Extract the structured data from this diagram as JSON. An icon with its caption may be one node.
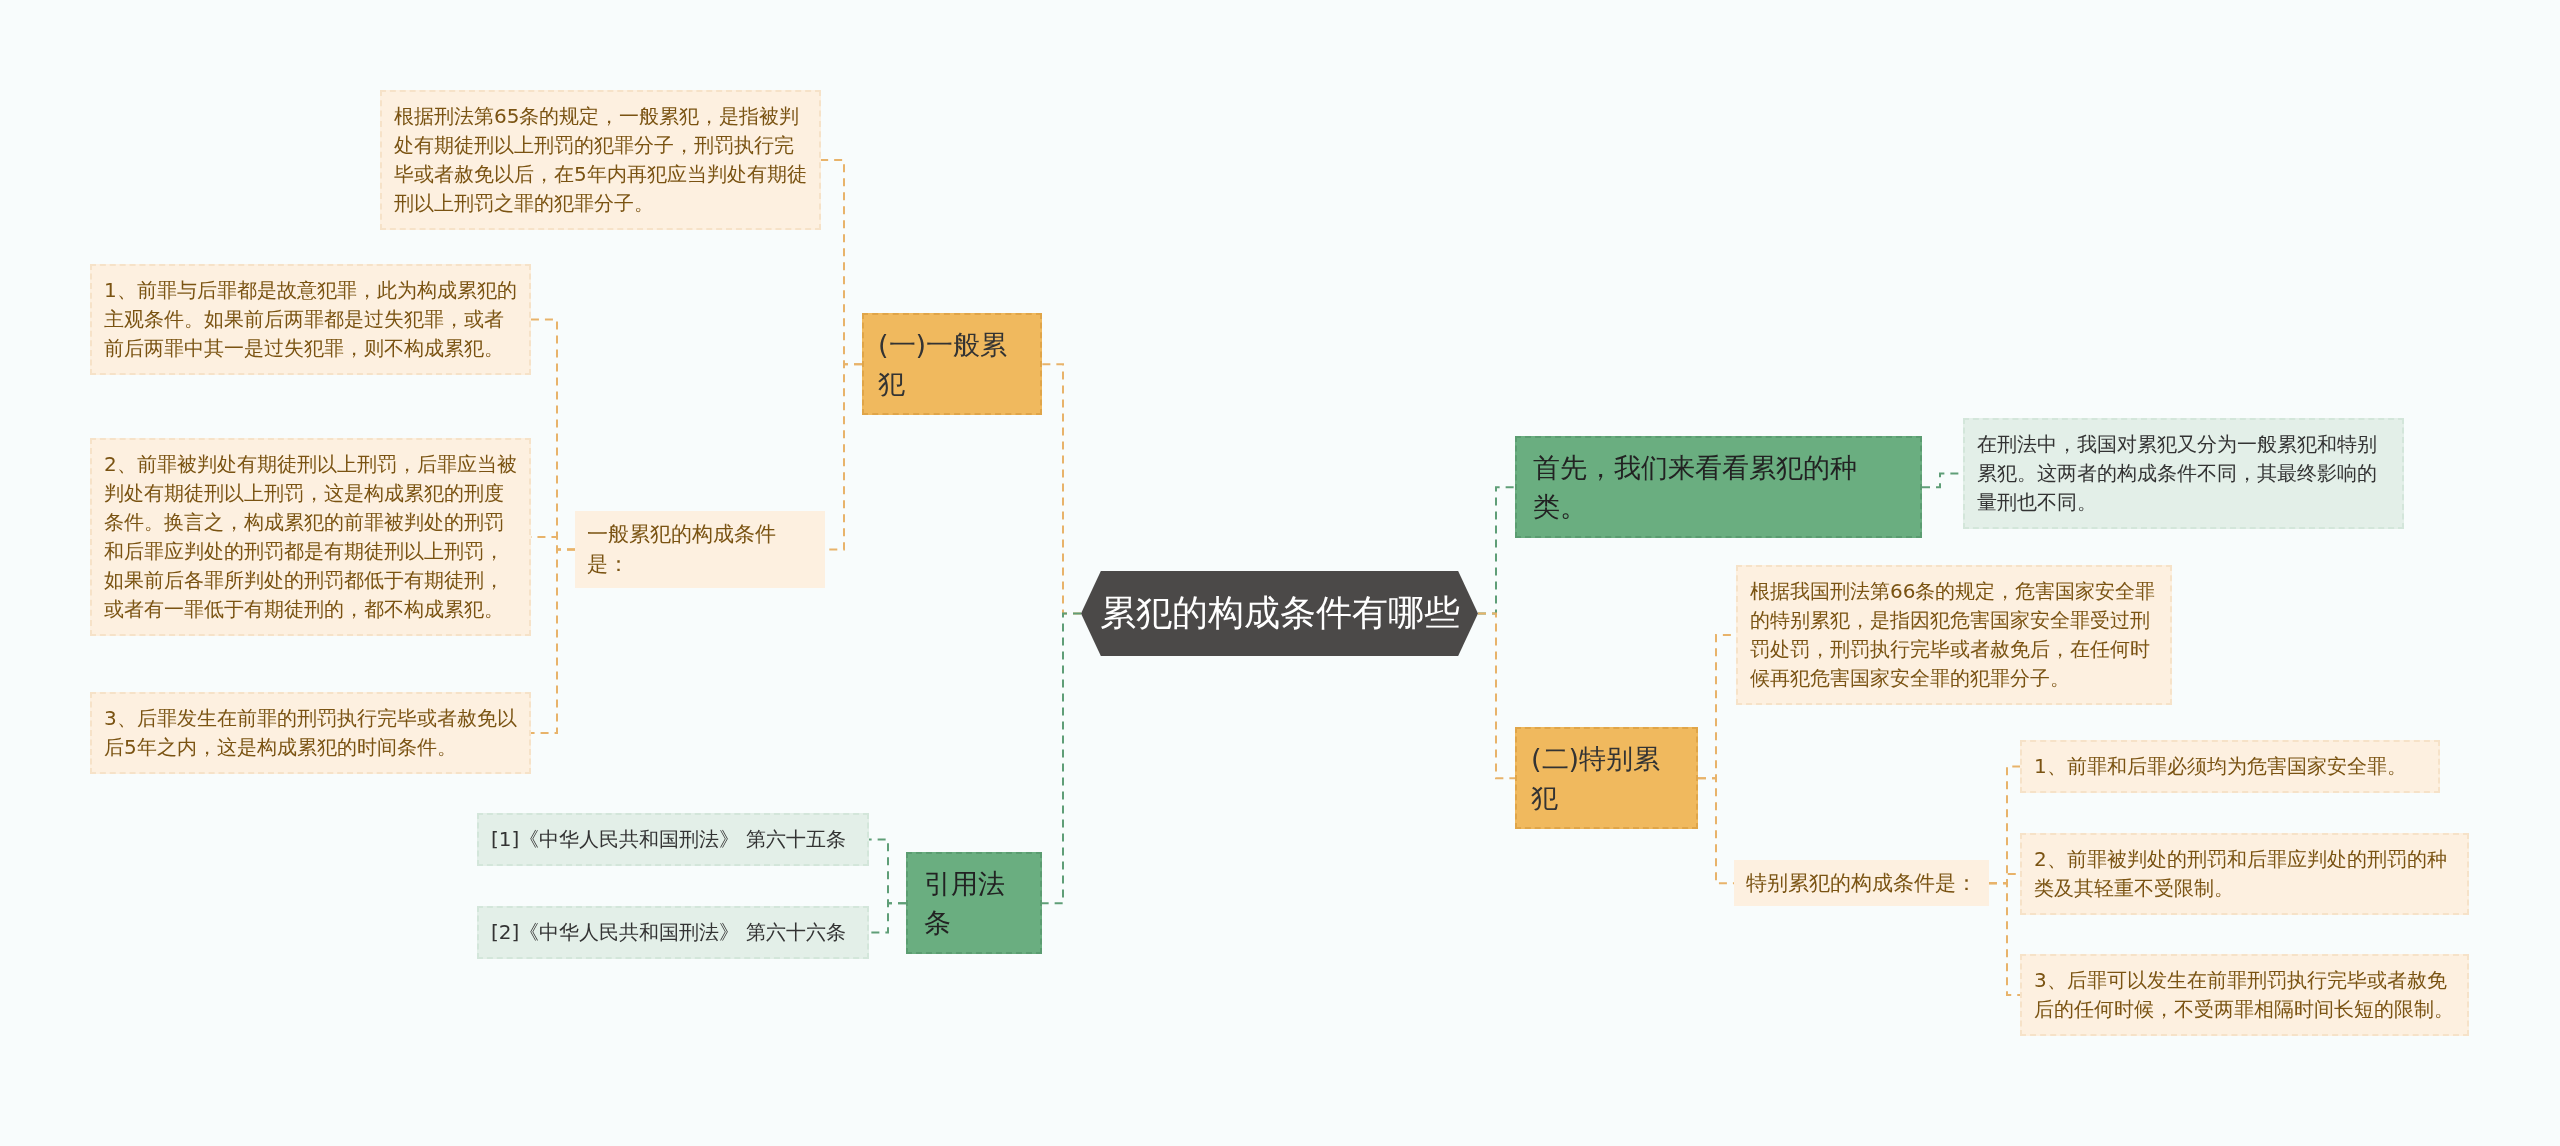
{
  "diagram": {
    "nodes": [
      {
        "text": [
          "累犯的构成条件有哪些"
        ]
      },
      {
        "text": [
          "(一)一般累犯"
        ]
      },
      {
        "text": [
          "根据刑法第65条的规定，一般累犯，是指被判处有期徒刑以上刑罚的犯罪分子，刑罚执行完毕或者赦免以后，在5年内再犯应当判处有期徒刑以上刑罚之罪的犯罪分子。"
        ]
      },
      {
        "text": [
          "一般累犯的构成条件是："
        ]
      },
      {
        "text": [
          "1、前罪与后罪都是故意犯罪，此为构成累犯的主观条件。如果前后两罪都是过失犯罪，或者前后两罪中其一是过失犯罪，则不构成累犯。"
        ]
      },
      {
        "text": [
          "2、前罪被判处有期徒刑以上刑罚，后罪应当被判处有期徒刑以上刑罚，这是构成累犯的刑度条件。换言之，构成累犯的前罪被判处的刑罚和后罪应判处的刑罚都是有期徒刑以上刑罚，如果前后各罪所判处的刑罚都低于有期徒刑，或者有一罪低于有期徒刑的，都不构成累犯。"
        ]
      },
      {
        "text": [
          "3、后罪发生在前罪的刑罚执行完毕或者赦免以后5年之内，这是构成累犯的时间条件。"
        ]
      },
      {
        "text": [
          "引用法条"
        ]
      },
      {
        "text": [
          "[1]《中华人民共和国刑法》 第六十五条"
        ]
      },
      {
        "text": [
          "[2]《中华人民共和国刑法》 第六十六条"
        ]
      },
      {
        "text": [
          "首先，我们来看看累犯的种类。"
        ]
      },
      {
        "text": [
          "在刑法中，我国对累犯又分为一般累犯和特别累犯。这两者的构成条件不同，其最终影响的量刑也不同。"
        ]
      },
      {
        "text": [
          "(二)特别累犯"
        ]
      },
      {
        "text": [
          "根据我国刑法第66条的规定，危害国家安全罪的特别累犯，是指因犯危害国家安全罪受过刑罚处罚，刑罚执行完毕或者赦免后，在任何时候再犯危害国家安全罪的犯罪分子。"
        ]
      },
      {
        "text": [
          "特别累犯的构成条件是："
        ]
      },
      {
        "text": [
          "1、前罪和后罪必须均为危害国家安全罪。"
        ]
      },
      {
        "text": [
          "2、前罪被判处的刑罚和后罪应判处的刑罚的种类及其轻重不受限制。"
        ]
      },
      {
        "text": [
          "3、后罪可以发生在前罪刑罚执行完毕或者赦免后的任何时候，不受两罪相隔时间长短的限制。"
        ]
      }
    ],
    "edges": [
      {
        "from": 0,
        "to": 1,
        "arrow": "none",
        "style": "dashed"
      },
      {
        "from": 1,
        "to": 2,
        "arrow": "none",
        "style": "dashed"
      },
      {
        "from": 1,
        "to": 3,
        "arrow": "none",
        "style": "dashed"
      },
      {
        "from": 3,
        "to": 4,
        "arrow": "none",
        "style": "dashed"
      },
      {
        "from": 3,
        "to": 5,
        "arrow": "none",
        "style": "dashed"
      },
      {
        "from": 3,
        "to": 6,
        "arrow": "none",
        "style": "dashed"
      },
      {
        "from": 0,
        "to": 7,
        "arrow": "none",
        "style": "dashed",
        "color": "#5f9e77"
      },
      {
        "from": 7,
        "to": 8,
        "arrow": "none",
        "style": "dashed",
        "color": "#5f9e77"
      },
      {
        "from": 7,
        "to": 9,
        "arrow": "none",
        "style": "dashed",
        "color": "#5f9e77"
      },
      {
        "from": 0,
        "to": 10,
        "arrow": "none",
        "style": "dashed",
        "color": "#5f9e77"
      },
      {
        "from": 10,
        "to": 11,
        "arrow": "none",
        "style": "dashed",
        "color": "#5f9e77"
      },
      {
        "from": 0,
        "to": 12,
        "arrow": "none",
        "style": "dashed"
      },
      {
        "from": 12,
        "to": 13,
        "arrow": "none",
        "style": "dashed"
      },
      {
        "from": 12,
        "to": 14,
        "arrow": "none",
        "style": "dashed"
      },
      {
        "from": 14,
        "to": 15,
        "arrow": "none",
        "style": "dashed"
      },
      {
        "from": 14,
        "to": 16,
        "arrow": "none",
        "style": "dashed"
      },
      {
        "from": 14,
        "to": 17,
        "arrow": "none",
        "style": "dashed"
      }
    ]
  }
}
